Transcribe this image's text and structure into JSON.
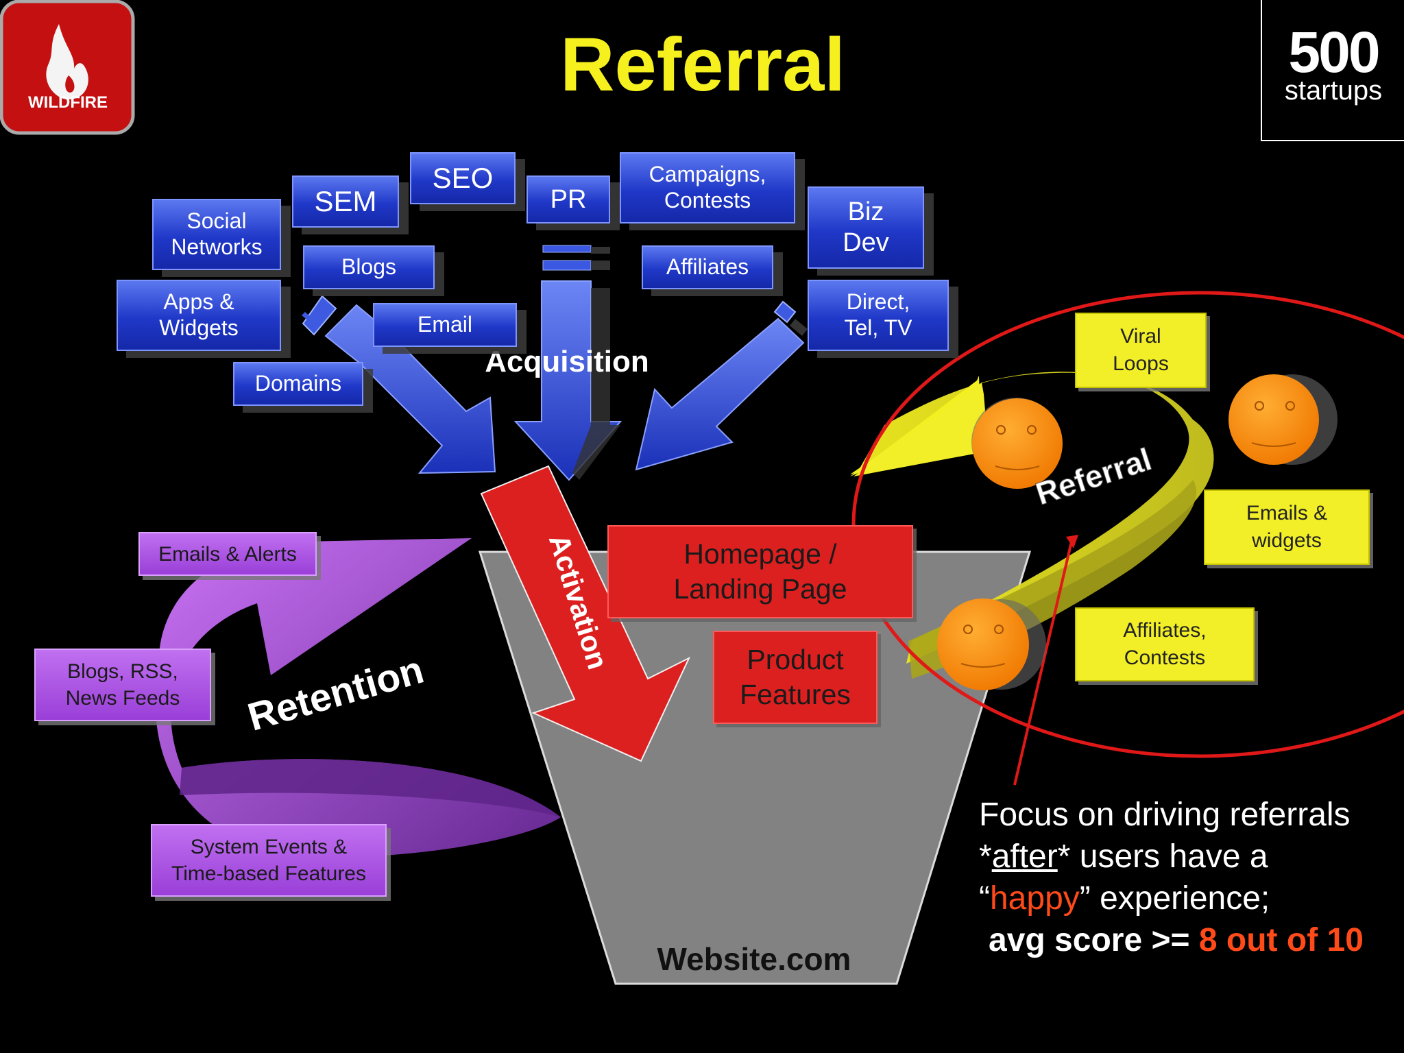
{
  "title": "Referral",
  "logos": {
    "wildfire": "WILDFIRE",
    "startups_top": "500",
    "startups_bottom": "startups"
  },
  "acquisition": {
    "label": "Acquisition",
    "channels": [
      "SEO",
      "SEM",
      "PR",
      "Campaigns,\nContests",
      "Social\nNetworks",
      "Biz\nDev",
      "Blogs",
      "Affiliates",
      "Apps &\nWidgets",
      "Email",
      "Direct,\nTel, TV",
      "Domains"
    ]
  },
  "activation": {
    "label": "Activation",
    "items": [
      "Homepage /\nLanding Page",
      "Product\nFeatures"
    ]
  },
  "funnel_label": "Website.com",
  "retention": {
    "label": "Retention",
    "items": [
      "Emails & Alerts",
      "Blogs, RSS,\nNews Feeds",
      "System Events &\nTime-based Features"
    ]
  },
  "referral": {
    "label": "Referral",
    "items": [
      "Viral\nLoops",
      "Emails &\nwidgets",
      "Affiliates,\nContests"
    ]
  },
  "note": {
    "line1": "Focus on driving referrals",
    "line2_a": "*",
    "line2_b": "after",
    "line2_c": "* users have a",
    "line3_a": "“",
    "line3_b": "happy",
    "line3_c": "” experience;",
    "line4_a": "avg score >= ",
    "line4_b": "8 out of 10"
  },
  "colors": {
    "title": "#f5f01e",
    "acquisition": "#2a45d8",
    "activation": "#dc2020",
    "retention": "#a64ee0",
    "referral": "#f2ef28",
    "funnel": "#808080",
    "highlight": "#ff4a1a",
    "circle": "#e01818"
  }
}
